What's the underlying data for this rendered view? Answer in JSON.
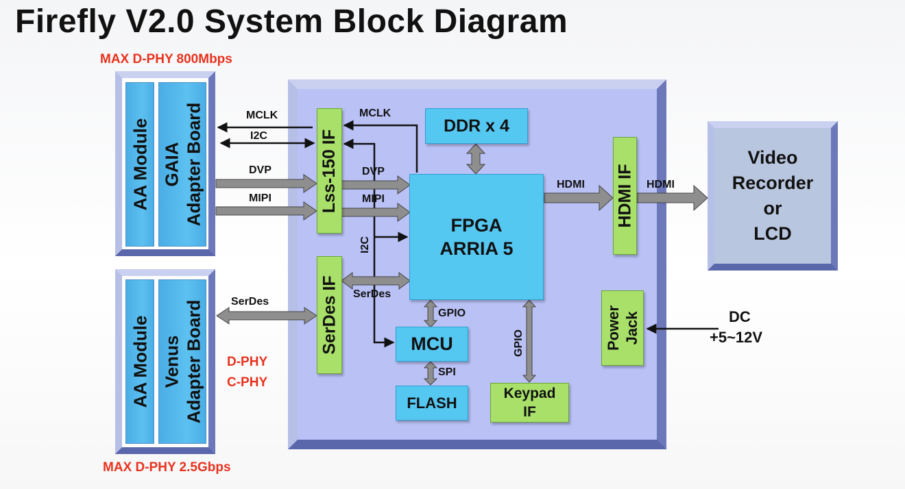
{
  "title": "Firefly V2.0 System Block Diagram",
  "notes": {
    "top": "MAX D-PHY 800Mbps",
    "bottom": "MAX D-PHY 2.5Gbps",
    "phy1": "D-PHY",
    "phy2": "C-PHY"
  },
  "modules": {
    "gaia_left": "AA Module",
    "gaia_right_l1": "GAIA",
    "gaia_right_l2": "Adapter Board",
    "venus_left": "AA Module",
    "venus_right_l1": "Venus",
    "venus_right_l2": "Adapter Board"
  },
  "blocks": {
    "lss": "Lss-150 IF",
    "serdes": "SerDes IF",
    "ddr": "DDR x 4",
    "fpga_l1": "FPGA",
    "fpga_l2": "ARRIA 5",
    "mcu": "MCU",
    "flash": "FLASH",
    "keypad_l1": "Keypad",
    "keypad_l2": "IF",
    "hdmi_if": "HDMI IF",
    "power_l1": "Power",
    "power_l2": "Jack",
    "video_l1": "Video",
    "video_l2": "Recorder",
    "video_l3": "or",
    "video_l4": "LCD"
  },
  "signals": {
    "mclk_out": "MCLK",
    "i2c_out": "I2C",
    "dvp_out": "DVP",
    "mipi_out": "MIPI",
    "mclk_in": "MCLK",
    "dvp_in": "DVP",
    "mipi_in": "MIPI",
    "i2c_in": "I2C",
    "serdes_out": "SerDes",
    "serdes_in": "SerDes",
    "gpio_mcu": "GPIO",
    "spi": "SPI",
    "gpio_key": "GPIO",
    "hdmi_1": "HDMI",
    "hdmi_2": "HDMI",
    "dc_l1": "DC",
    "dc_l2": "+5~12V"
  }
}
